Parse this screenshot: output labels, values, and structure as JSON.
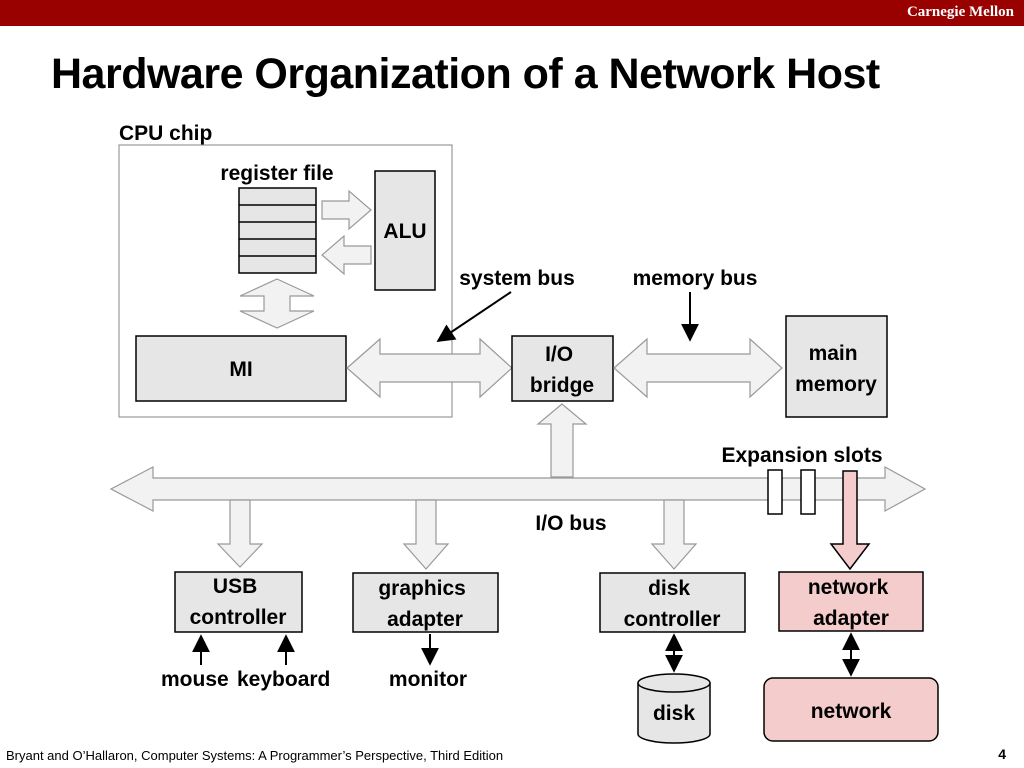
{
  "header": {
    "brand": "Carnegie Mellon",
    "title": "Hardware Organization of a Network Host"
  },
  "diagram": {
    "cpu_chip": "CPU chip",
    "register_file": "register file",
    "alu": "ALU",
    "mi": "MI",
    "system_bus": "system bus",
    "memory_bus": "memory bus",
    "io_bridge": [
      "I/O",
      "bridge"
    ],
    "main_memory": [
      "main",
      "memory"
    ],
    "expansion_slots": "Expansion slots",
    "io_bus": "I/O bus",
    "usb_controller": [
      "USB",
      "controller"
    ],
    "graphics_adapter": [
      "graphics",
      "adapter"
    ],
    "disk_controller": [
      "disk",
      "controller"
    ],
    "network_adapter": [
      "network",
      "adapter"
    ],
    "mouse": "mouse",
    "keyboard": "keyboard",
    "monitor": "monitor",
    "disk": "disk",
    "network": "network"
  },
  "footer": {
    "citation": "Bryant and O’Hallaron, Computer Systems: A Programmer’s Perspective, Third Edition",
    "page": "4"
  },
  "colors": {
    "brand_bar": "#990000",
    "box_fill": "#e6e6e6",
    "highlight_fill": "#f4cccc",
    "bus_fill": "#f2f2f2"
  }
}
